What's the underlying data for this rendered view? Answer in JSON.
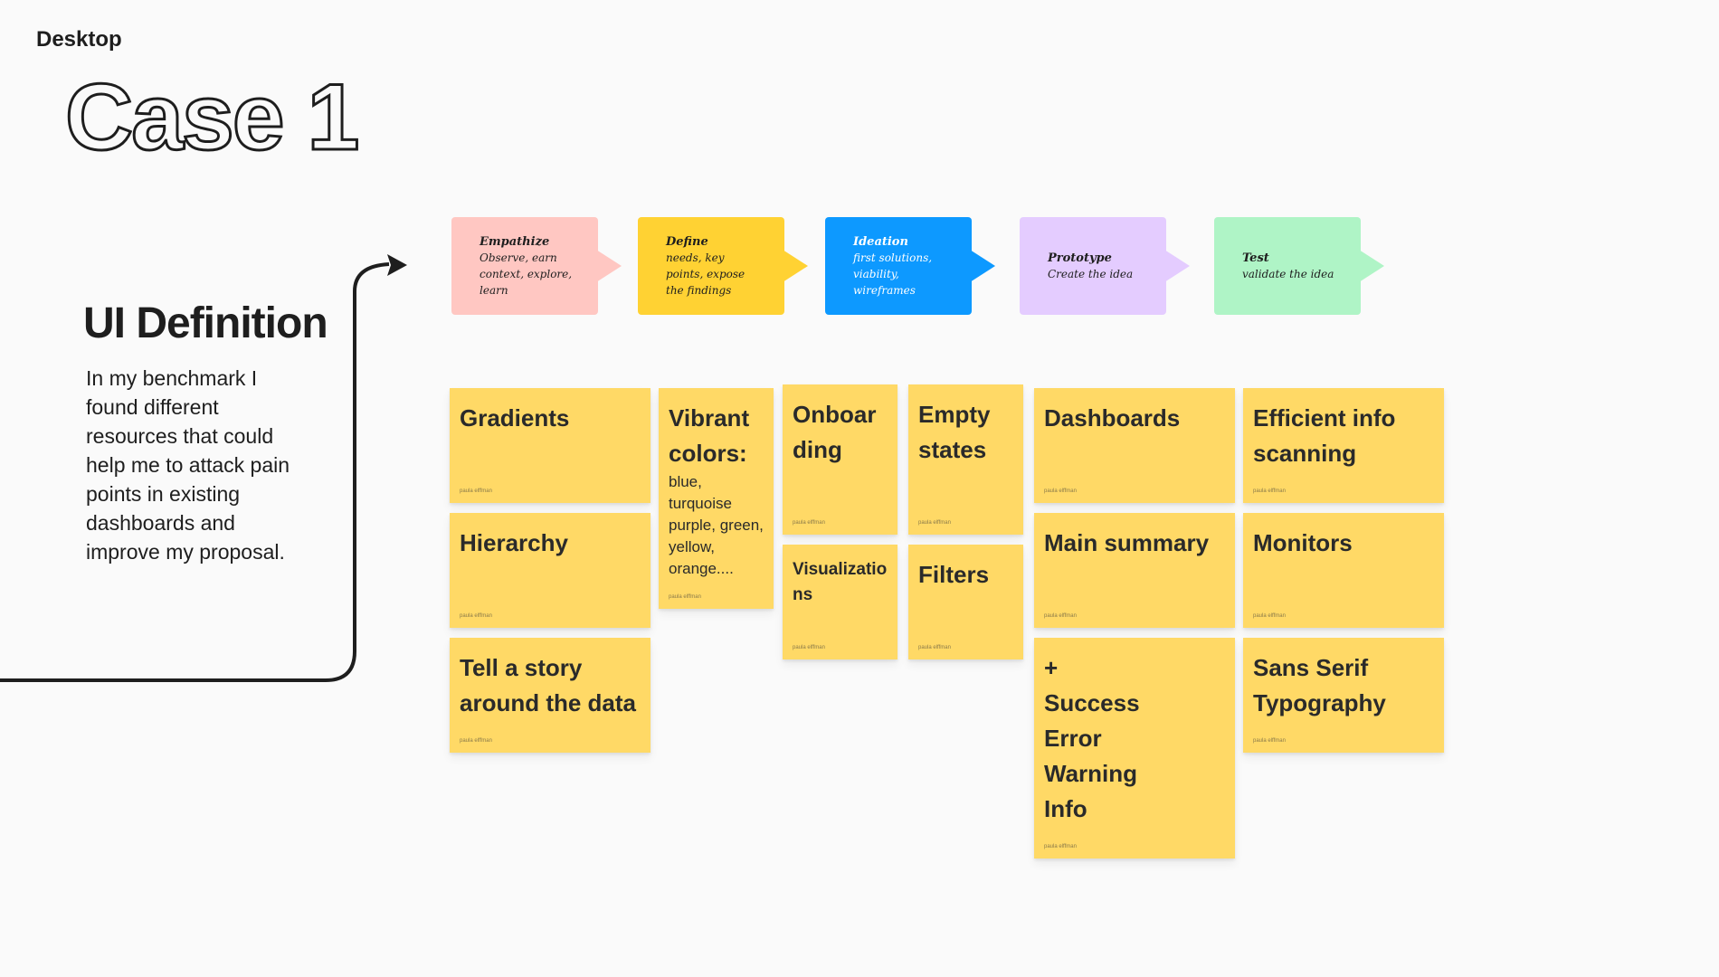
{
  "frame": {
    "label": "Desktop"
  },
  "case_title": "Case 1",
  "section": {
    "title": "UI Definition",
    "body": "In my benchmark I found different resources that could help me to attack pain points in existing dashboards and improve my proposal."
  },
  "phases": [
    {
      "title": "Empathize",
      "desc": "Observe, earn\ncontext, explore,\nlearn",
      "color": "#ffc7c2",
      "text_color": "#1e1e1e"
    },
    {
      "title": "Define",
      "desc": "needs, key\npoints, expose\nthe findings",
      "color": "#ffd233",
      "text_color": "#1e1e1e"
    },
    {
      "title": "Ideation",
      "desc": "first solutions,\nviability,\nwireframes",
      "color": "#0d99ff",
      "text_color": "#ffffff"
    },
    {
      "title": "Prototype",
      "desc": "Create the idea",
      "color": "#e4ccff",
      "text_color": "#1e1e1e"
    },
    {
      "title": "Test",
      "desc": "validate the idea",
      "color": "#aff4c6",
      "text_color": "#1e1e1e"
    }
  ],
  "stickies": {
    "author": "paula elffman",
    "gradients": {
      "text": "Gradients"
    },
    "hierarchy": {
      "text": "Hierarchy"
    },
    "tell_story": {
      "text": "Tell a story\naround the data"
    },
    "vibrant": {
      "text": "Vibrant\ncolors:",
      "sub": "blue,\nturquoise\npurple, green,\nyellow,\norange...."
    },
    "onboarding": {
      "text": "Onboar\nding"
    },
    "visualizations": {
      "text": "Visualizatio\nns"
    },
    "empty_states": {
      "text": "Empty\nstates"
    },
    "filters": {
      "text": "Filters"
    },
    "dashboards": {
      "text": "Dashboards"
    },
    "main_summary": {
      "text": "Main summary"
    },
    "statuses": {
      "text": "+\nSuccess\nError\nWarning\nInfo"
    },
    "efficient": {
      "text": "Efficient info\nscanning"
    },
    "monitors": {
      "text": "Monitors"
    },
    "typography": {
      "text": "Sans Serif\nTypography"
    }
  }
}
